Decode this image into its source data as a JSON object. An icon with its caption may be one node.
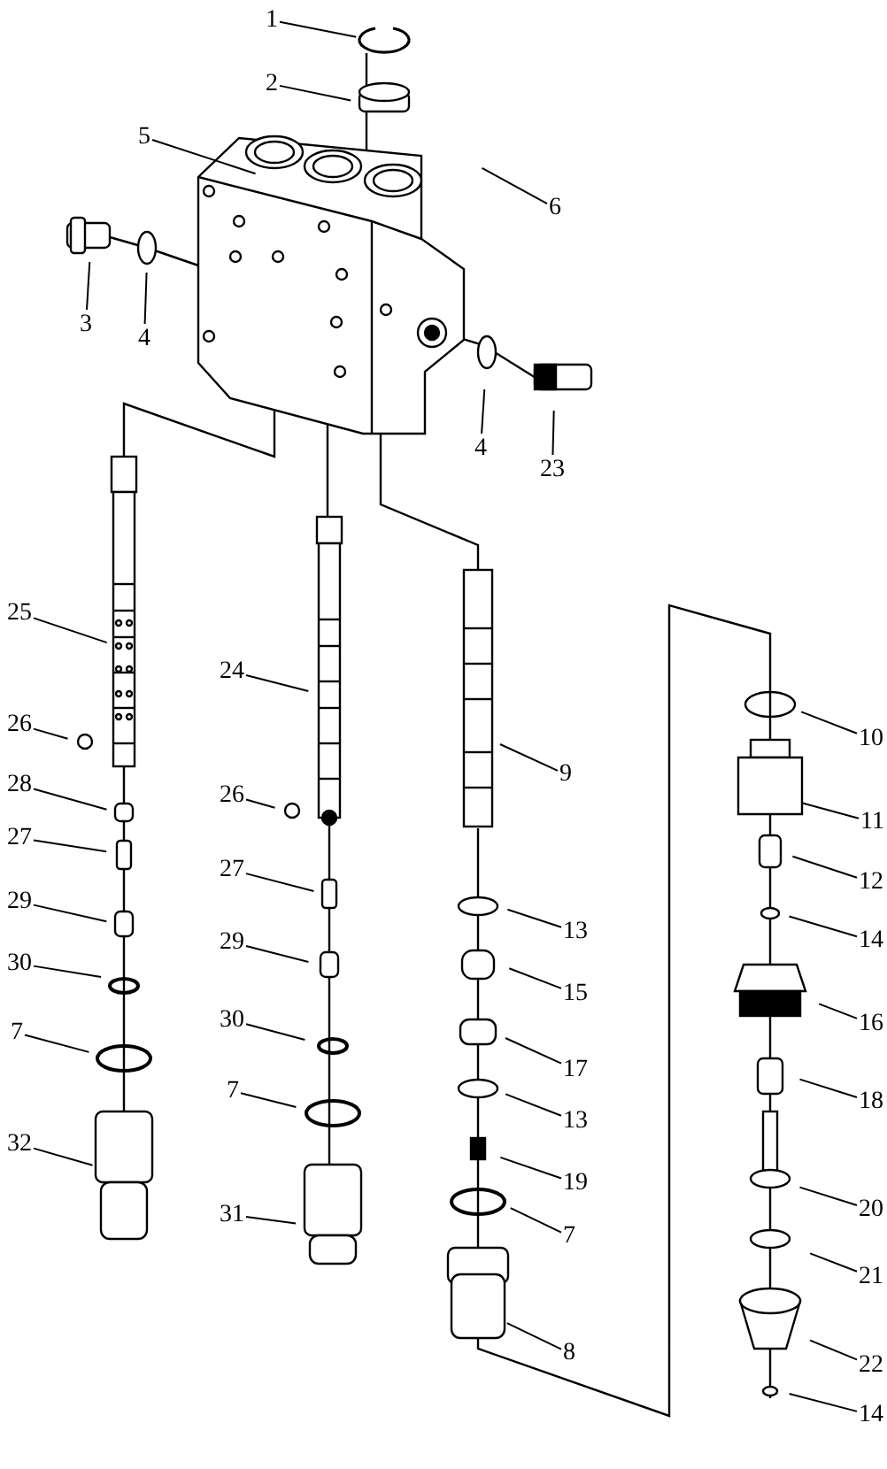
{
  "diagram": {
    "nodes": [
      {
        "text": [
          "1"
        ]
      },
      {
        "text": [
          "2"
        ]
      },
      {
        "text": [
          "5"
        ]
      },
      {
        "text": [
          "6"
        ]
      },
      {
        "text": [
          "3"
        ]
      },
      {
        "text": [
          "4"
        ]
      },
      {
        "text": [
          "4"
        ]
      },
      {
        "text": [
          "23"
        ]
      },
      {
        "text": [
          "25"
        ]
      },
      {
        "text": [
          "24"
        ]
      },
      {
        "text": [
          "9"
        ]
      },
      {
        "text": [
          "26"
        ]
      },
      {
        "text": [
          "26"
        ]
      },
      {
        "text": [
          "28"
        ]
      },
      {
        "text": [
          "27"
        ]
      },
      {
        "text": [
          "27"
        ]
      },
      {
        "text": [
          "29"
        ]
      },
      {
        "text": [
          "29"
        ]
      },
      {
        "text": [
          "30"
        ]
      },
      {
        "text": [
          "30"
        ]
      },
      {
        "text": [
          "7"
        ]
      },
      {
        "text": [
          "7"
        ]
      },
      {
        "text": [
          "32"
        ]
      },
      {
        "text": [
          "31"
        ]
      },
      {
        "text": [
          "13"
        ]
      },
      {
        "text": [
          "15"
        ]
      },
      {
        "text": [
          "17"
        ]
      },
      {
        "text": [
          "13"
        ]
      },
      {
        "text": [
          "19"
        ]
      },
      {
        "text": [
          "7"
        ]
      },
      {
        "text": [
          "8"
        ]
      },
      {
        "text": [
          "10"
        ]
      },
      {
        "text": [
          "11"
        ]
      },
      {
        "text": [
          "12"
        ]
      },
      {
        "text": [
          "14"
        ]
      },
      {
        "text": [
          "16"
        ]
      },
      {
        "text": [
          "18"
        ]
      },
      {
        "text": [
          "20"
        ]
      },
      {
        "text": [
          "21"
        ]
      },
      {
        "text": [
          "22"
        ]
      },
      {
        "text": [
          "14"
        ]
      }
    ],
    "edges": [
      {
        "from": 0,
        "to": null,
        "arrow": "none"
      },
      {
        "from": 1,
        "to": null,
        "arrow": "none"
      },
      {
        "from": 2,
        "to": null,
        "arrow": "none"
      },
      {
        "from": 3,
        "to": null,
        "arrow": "none"
      },
      {
        "from": 4,
        "to": null,
        "arrow": "none"
      },
      {
        "from": 5,
        "to": null,
        "arrow": "none"
      },
      {
        "from": 6,
        "to": null,
        "arrow": "none"
      },
      {
        "from": 7,
        "to": null,
        "arrow": "none"
      },
      {
        "from": 8,
        "to": null,
        "arrow": "none"
      },
      {
        "from": 9,
        "to": null,
        "arrow": "none"
      },
      {
        "from": 10,
        "to": null,
        "arrow": "none"
      },
      {
        "from": 11,
        "to": null,
        "arrow": "none"
      },
      {
        "from": 12,
        "to": null,
        "arrow": "none"
      },
      {
        "from": 13,
        "to": null,
        "arrow": "none"
      },
      {
        "from": 14,
        "to": null,
        "arrow": "none"
      },
      {
        "from": 15,
        "to": null,
        "arrow": "none"
      },
      {
        "from": 16,
        "to": null,
        "arrow": "none"
      },
      {
        "from": 17,
        "to": null,
        "arrow": "none"
      },
      {
        "from": 18,
        "to": null,
        "arrow": "none"
      },
      {
        "from": 19,
        "to": null,
        "arrow": "none"
      },
      {
        "from": 20,
        "to": null,
        "arrow": "none"
      },
      {
        "from": 21,
        "to": null,
        "arrow": "none"
      },
      {
        "from": 22,
        "to": null,
        "arrow": "none"
      },
      {
        "from": 23,
        "to": null,
        "arrow": "none"
      },
      {
        "from": 24,
        "to": null,
        "arrow": "none"
      },
      {
        "from": 25,
        "to": null,
        "arrow": "none"
      },
      {
        "from": 26,
        "to": null,
        "arrow": "none"
      },
      {
        "from": 27,
        "to": null,
        "arrow": "none"
      },
      {
        "from": 28,
        "to": null,
        "arrow": "none"
      },
      {
        "from": 29,
        "to": null,
        "arrow": "none"
      },
      {
        "from": 30,
        "to": null,
        "arrow": "none"
      },
      {
        "from": 31,
        "to": null,
        "arrow": "none"
      },
      {
        "from": 32,
        "to": null,
        "arrow": "none"
      },
      {
        "from": 33,
        "to": null,
        "arrow": "none"
      },
      {
        "from": 34,
        "to": null,
        "arrow": "none"
      },
      {
        "from": 35,
        "to": null,
        "arrow": "none"
      },
      {
        "from": 36,
        "to": null,
        "arrow": "none"
      },
      {
        "from": 37,
        "to": null,
        "arrow": "none"
      },
      {
        "from": 38,
        "to": null,
        "arrow": "none"
      },
      {
        "from": 39,
        "to": null,
        "arrow": "none"
      },
      {
        "from": 40,
        "to": null,
        "arrow": "none"
      }
    ]
  }
}
